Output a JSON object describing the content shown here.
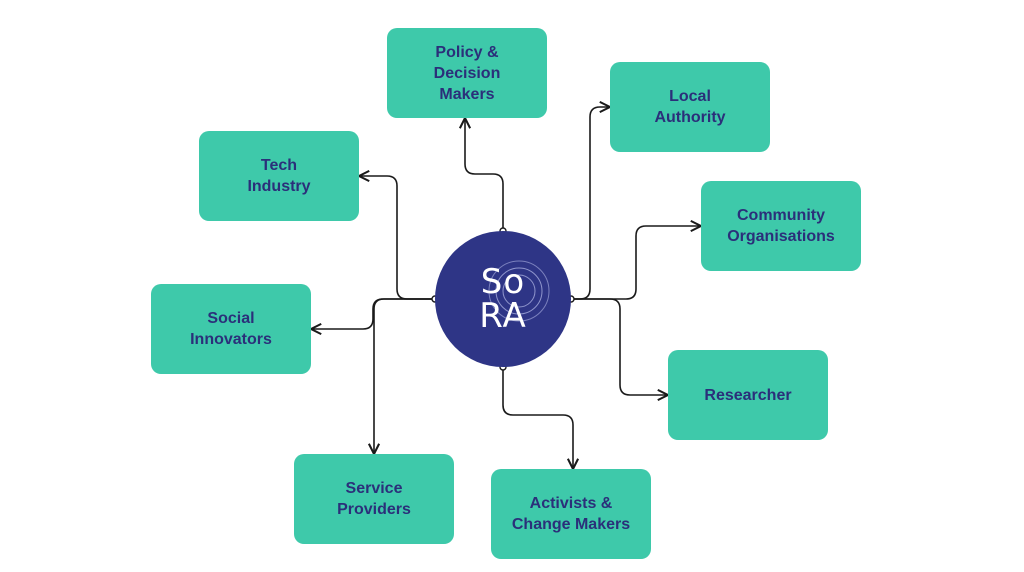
{
  "center": {
    "logo_line1": "So",
    "logo_line2": "RA",
    "color": "#2e3586"
  },
  "node_color": "#3ec9aa",
  "text_color": "#2b2f7a",
  "connector_color": "#1a1a1a",
  "nodes": [
    {
      "id": "policy",
      "label": "Policy &\nDecision\nMakers"
    },
    {
      "id": "local",
      "label": "Local\nAuthority"
    },
    {
      "id": "tech",
      "label": "Tech\nIndustry"
    },
    {
      "id": "community",
      "label": "Community\nOrganisations"
    },
    {
      "id": "social",
      "label": "Social\nInnovators"
    },
    {
      "id": "researcher",
      "label": "Researcher"
    },
    {
      "id": "service",
      "label": "Service\nProviders"
    },
    {
      "id": "activists",
      "label": "Activists &\nChange Makers"
    }
  ]
}
